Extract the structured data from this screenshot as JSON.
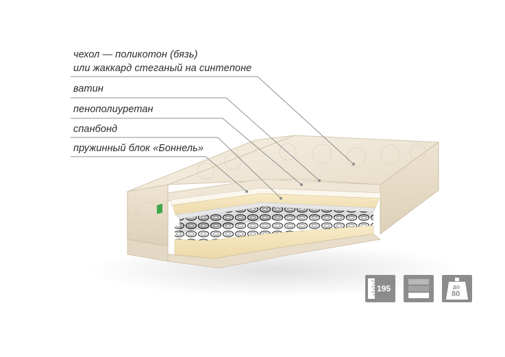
{
  "labels": {
    "cover_line1": "чехол — поликотон (бязь)",
    "cover_line2": "или жаккард стеганый на синтепоне",
    "batting": "ватин",
    "foam": "пенополиуретан",
    "spunbond": "спанбонд",
    "spring_block": "пружинный блок «Боннель»"
  },
  "badges": {
    "length_value": "195",
    "layers_icon": "layers-icon",
    "weight_prefix": "до",
    "weight_value": "80"
  },
  "colors": {
    "badge_bg": "#8c8c8c",
    "cover": "#efe6d6",
    "foam": "#f4e4bc",
    "spunbond": "#e9e9e9",
    "springs": "#3a3a3a",
    "green_tag": "#3fa64a"
  }
}
